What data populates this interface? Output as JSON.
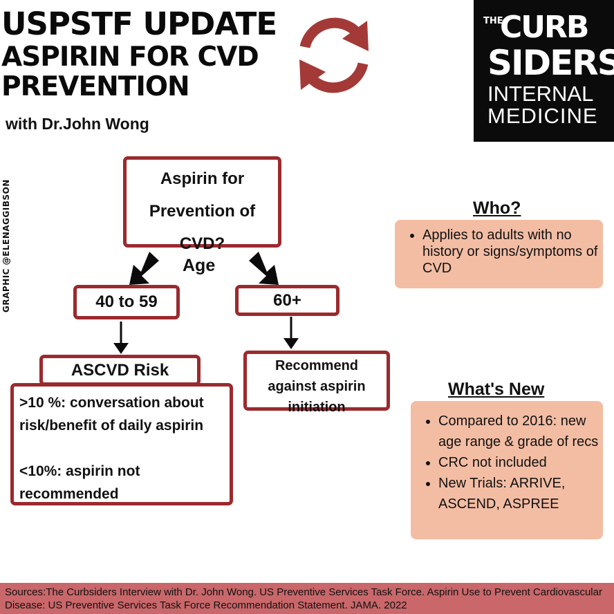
{
  "header": {
    "title_line1": "USPSTF UPDATE",
    "title_line2": "ASPIRIN FOR CVD",
    "title_line3": "PREVENTION",
    "subtitle": "with Dr.John Wong"
  },
  "logo": {
    "the": "THE",
    "curb": "CURB",
    "siders": "SIDERS",
    "line3": "INTERNAL",
    "line4": "MEDICINE"
  },
  "credit": "GRAPHIC @ELENAGGIBSON",
  "flowchart": {
    "question": [
      "Aspirin for",
      "Prevention of",
      "CVD?"
    ],
    "age_label": "Age",
    "group1": "40 to 59",
    "group2": "60+",
    "ascvd_label": "ASCVD Risk",
    "risk_lines": [
      ">10 %: conversation about",
      "risk/benefit of daily aspirin",
      "<10%: aspirin not",
      "recommended"
    ],
    "recommend": [
      "Recommend",
      "against aspirin",
      "initiation"
    ]
  },
  "who": {
    "heading": "Who?",
    "items": [
      "Applies to adults with no history or signs/symptoms of CVD"
    ]
  },
  "whats_new": {
    "heading": "What's New",
    "items": [
      "Compared to 2016: new age range & grade of recs",
      "CRC not included",
      "New Trials: ARRIVE, ASCEND, ASPREE"
    ]
  },
  "footer": {
    "sources": "Sources:The Curbsiders Interview with Dr. John Wong. US Preventive Services Task Force. Aspirin Use to Prevent Cardiovascular Disease: US Preventive Services Task Force Recommendation Statement. JAMA. 2022"
  },
  "colors": {
    "box_border": "#9b2a2e",
    "panel_fill": "#f3bda4",
    "footer_fill": "#c9676a",
    "refresh_icon": "#a33a37"
  },
  "icons": [
    "refresh-icon"
  ]
}
